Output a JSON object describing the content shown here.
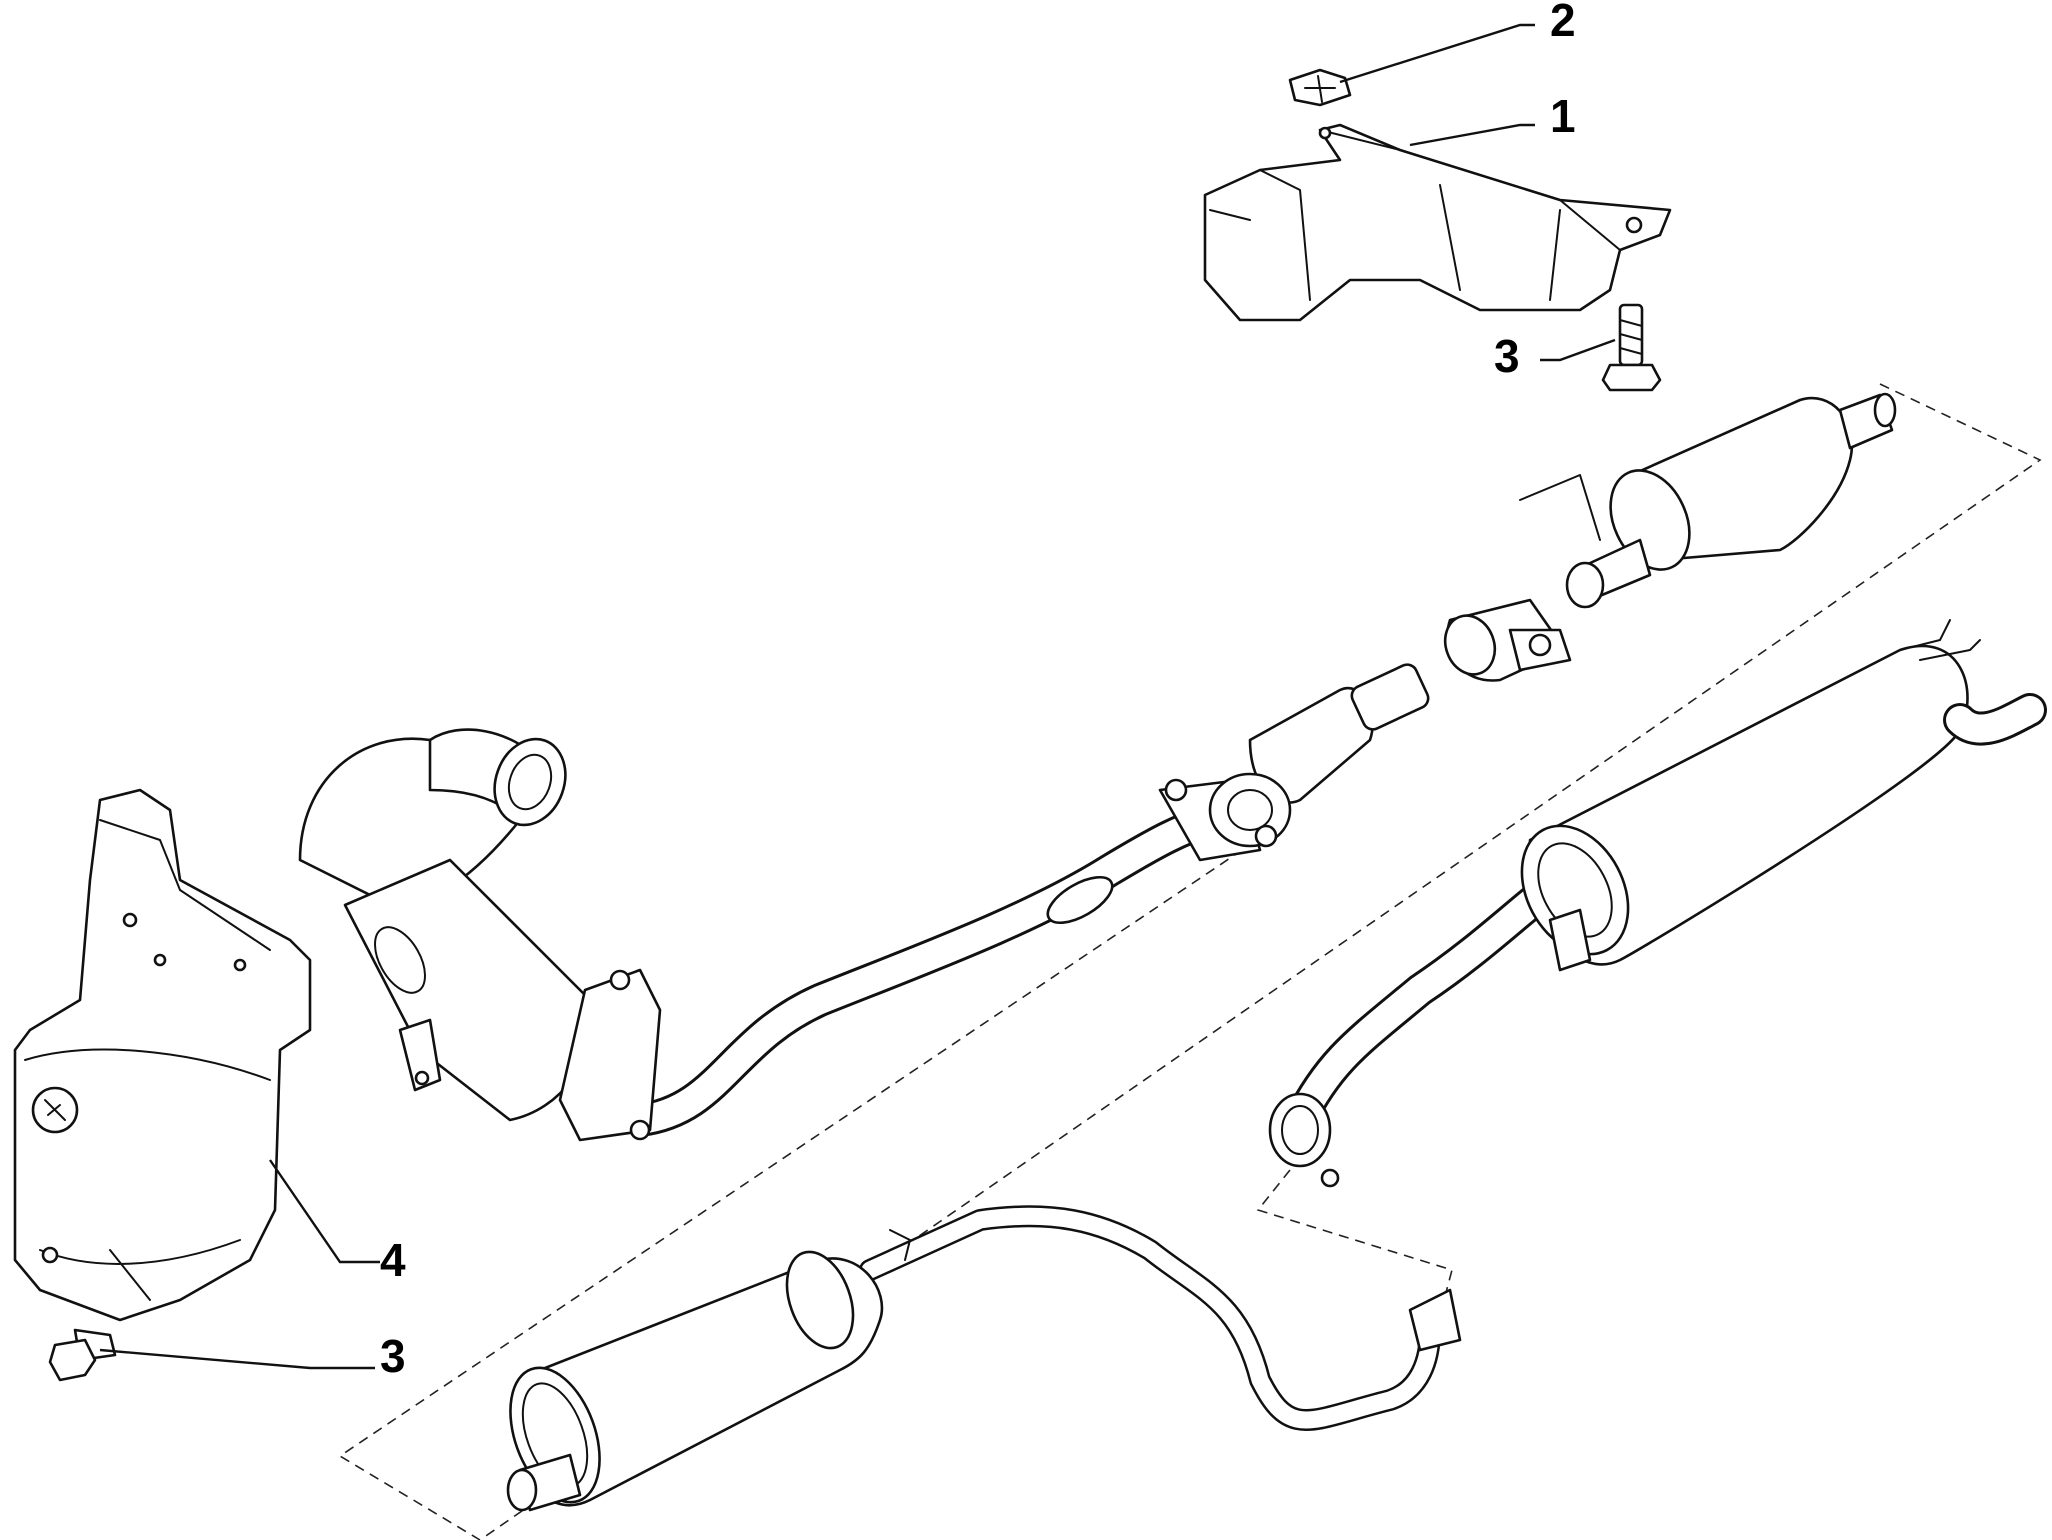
{
  "callouts": [
    {
      "id": "c1",
      "label": "1"
    },
    {
      "id": "c2",
      "label": "2"
    },
    {
      "id": "c3a",
      "label": "3"
    },
    {
      "id": "c3b",
      "label": "3"
    },
    {
      "id": "c4",
      "label": "4"
    }
  ]
}
